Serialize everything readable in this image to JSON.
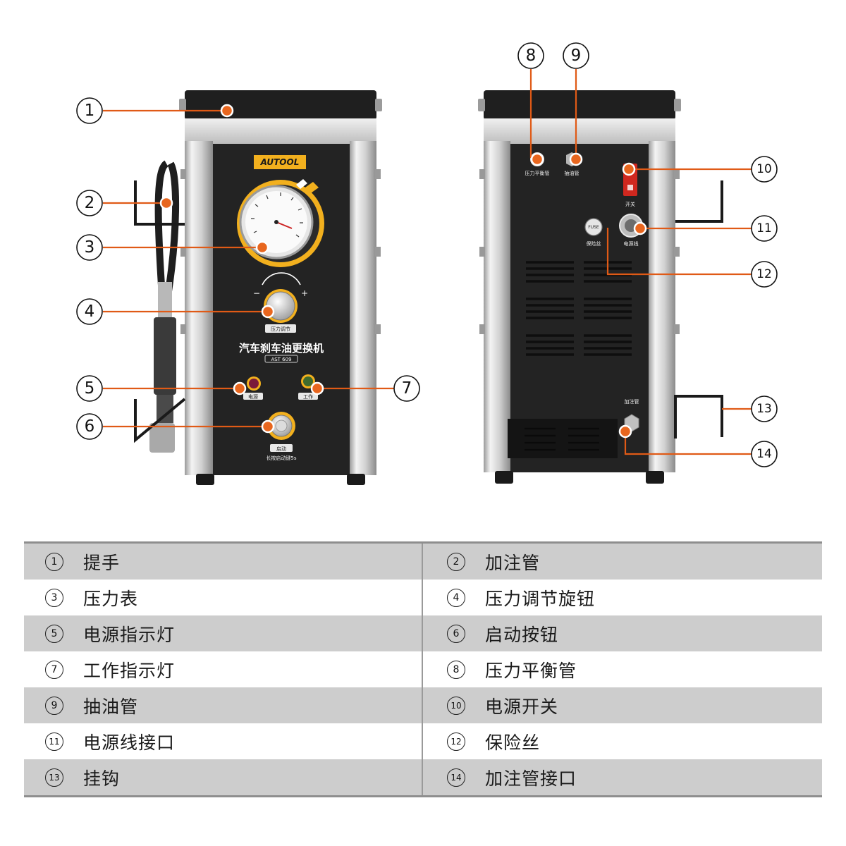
{
  "device": {
    "brand": "AUTOOL",
    "title": "汽车刹车油更换机",
    "model": "AST 609",
    "front_labels": {
      "pressure_knob": "压力调节",
      "power_light": "电源",
      "work_light": "工作",
      "start_button": "启动",
      "start_hint": "长按启动键5s"
    },
    "back_labels": {
      "balance_tube": "压力平衡管",
      "suction_tube": "抽油管",
      "switch": "开关",
      "fuse_cap": "FUSE",
      "fuse": "保险丝",
      "power_cord": "电源线",
      "fill_port": "加注管"
    }
  },
  "callouts": {
    "c1": "1",
    "c2": "2",
    "c3": "3",
    "c4": "4",
    "c5": "5",
    "c6": "6",
    "c7": "7",
    "c8": "8",
    "c9": "9",
    "c10": "10",
    "c11": "11",
    "c12": "12",
    "c13": "13",
    "c14": "14"
  },
  "legend": [
    [
      {
        "num": "1",
        "label": "提手"
      },
      {
        "num": "2",
        "label": "加注管"
      }
    ],
    [
      {
        "num": "3",
        "label": "压力表"
      },
      {
        "num": "4",
        "label": "压力调节旋钮"
      }
    ],
    [
      {
        "num": "5",
        "label": "电源指示灯"
      },
      {
        "num": "6",
        "label": "启动按钮"
      }
    ],
    [
      {
        "num": "7",
        "label": "工作指示灯"
      },
      {
        "num": "8",
        "label": "压力平衡管"
      }
    ],
    [
      {
        "num": "9",
        "label": "抽油管"
      },
      {
        "num": "10",
        "label": "电源开关"
      }
    ],
    [
      {
        "num": "11",
        "label": "电源线接口"
      },
      {
        "num": "12",
        "label": "保险丝"
      }
    ],
    [
      {
        "num": "13",
        "label": "挂钩"
      },
      {
        "num": "14",
        "label": "加注管接口"
      }
    ]
  ],
  "colors": {
    "accent_orange": "#e05a16",
    "gauge_yellow": "#f2b01e",
    "panel_black": "#232323",
    "frame_silver": "#d9d9d9",
    "legend_shade": "#cdcdcd"
  }
}
